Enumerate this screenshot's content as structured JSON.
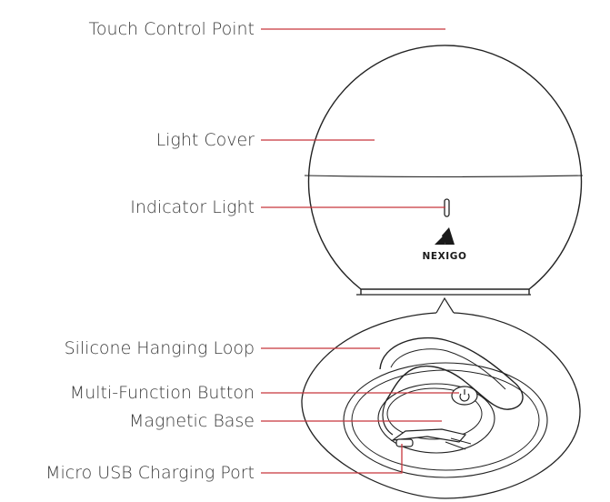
{
  "brand": {
    "logo_text": "NEXIGO"
  },
  "callouts": [
    {
      "id": "touch-control-point",
      "label": "Touch Control Point"
    },
    {
      "id": "light-cover",
      "label": "Light Cover"
    },
    {
      "id": "indicator-light",
      "label": "Indicator Light"
    },
    {
      "id": "silicone-hanging-loop",
      "label": "Silicone Hanging Loop"
    },
    {
      "id": "multi-function-button",
      "label": "Multi-Function Button"
    },
    {
      "id": "magnetic-base",
      "label": "Magnetic Base"
    },
    {
      "id": "micro-usb-charging-port",
      "label": "Micro USB Charging Port"
    }
  ],
  "colors": {
    "leader_line": "#c8363c",
    "outline": "#222222",
    "text": "#3a3a3a"
  }
}
